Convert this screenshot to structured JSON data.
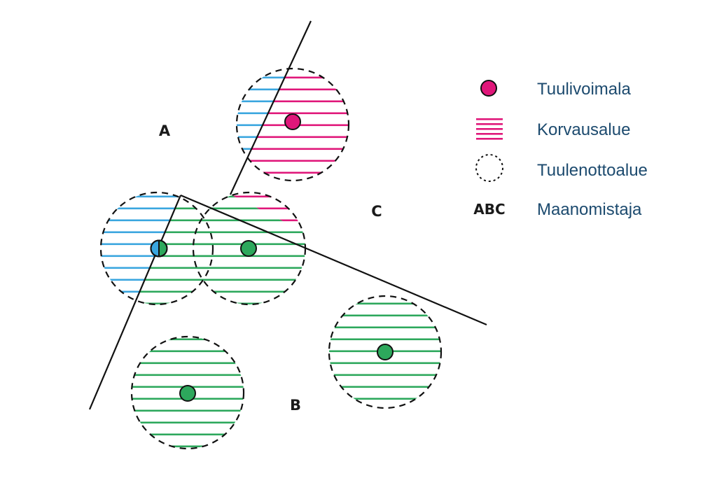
{
  "colors": {
    "pink": "#e0177a",
    "blue": "#3aa6df",
    "green": "#2da85c",
    "line": "#111111",
    "legend_text": "#1c4a6e"
  },
  "landowners": {
    "a": "A",
    "b": "B",
    "c": "C"
  },
  "legend": {
    "turbine": {
      "label": "Tuulivoimala",
      "icon": "turbine-dot-icon"
    },
    "compensation": {
      "label": "Korvausalue",
      "icon": "hatch-icon"
    },
    "wind_area": {
      "label": "Tuulenottoalue",
      "icon": "dashed-circle-icon"
    },
    "owner": {
      "symbol": "ABC",
      "label": "Maanomistaja"
    }
  }
}
